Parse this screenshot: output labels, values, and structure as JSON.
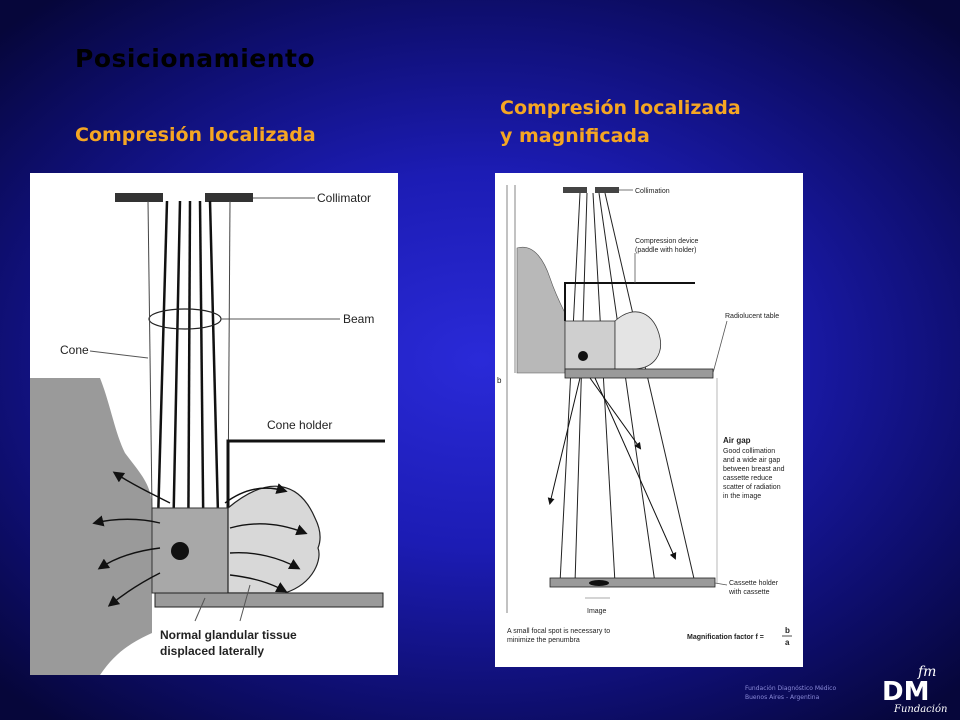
{
  "slide": {
    "title": "Posicionamiento",
    "subtitle_left": "Compresión localizada",
    "subtitle_right_line1": "Compresión localizada",
    "subtitle_right_line2": "y magnificada"
  },
  "left_diagram": {
    "labels": {
      "collimator": "Collimator",
      "beam": "Beam",
      "cone": "Cone",
      "cone_holder": "Cone holder",
      "tissue_line1": "Normal glandular tissue",
      "tissue_line2": "displaced laterally"
    }
  },
  "right_diagram": {
    "labels": {
      "collimation": "Collimation",
      "compression_line1": "Compression device",
      "compression_line2": "(paddle with holder)",
      "table": "Radiolucent table",
      "a": "a",
      "b": "b",
      "air_gap_title": "Air gap",
      "air_gap_1": "Good collimation",
      "air_gap_2": "and a wide air gap",
      "air_gap_3": "between breast and",
      "air_gap_4": "cassette reduce",
      "air_gap_5": "scatter of radiation",
      "air_gap_6": "in the image",
      "cassette_line1": "Cassette holder",
      "cassette_line2": "with cassette",
      "image": "Image",
      "focal_line1": "A small focal spot is necessary to",
      "focal_line2": "minimize the penumbra",
      "magnification": "Magnification factor f =",
      "frac_num": "b",
      "frac_den": "a"
    }
  },
  "footer": {
    "line1": "Fundación Diagnóstico Médico",
    "line2": "Buenos Aires - Argentina",
    "logo_main": "DM",
    "logo_small": "fm",
    "logo_sub": "Fundación"
  },
  "colors": {
    "background": "#1c1cb4",
    "title": "#000000",
    "subtitle": "#f5a623"
  }
}
